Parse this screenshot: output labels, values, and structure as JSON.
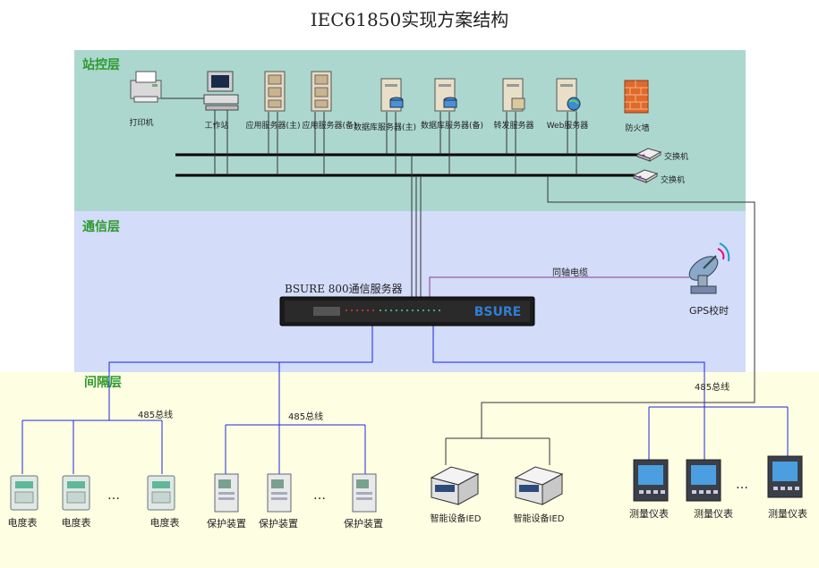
{
  "title": "IEC61850实现方案结构",
  "layers": {
    "station": "站控层",
    "comm": "通信层",
    "bay": "间隔层"
  },
  "station_devices": {
    "printer": "打印机",
    "workstation": "工作站",
    "app_server_main": "应用服务器(主)",
    "app_server_backup": "应用服务器(备)",
    "db_server_main": "数据库服务器(主)",
    "db_server_backup": "数据库服务器(备)",
    "forward_server": "转发服务器",
    "web_server": "Web服务器",
    "firewall": "防火墙"
  },
  "switches": [
    "交换机",
    "交换机"
  ],
  "comm_server": {
    "label": "BSURE 800通信服务器",
    "brand": "BSURE"
  },
  "coax_label": "同轴电缆",
  "gps_label": "GPS校时",
  "bus_labels": {
    "meters": "485总线",
    "protection": "485总线",
    "instruments": "485总线"
  },
  "meters": [
    "电度表",
    "电度表",
    "电度表"
  ],
  "protection": [
    "保护装置",
    "保护装置",
    "保护装置"
  ],
  "ied": [
    "智能设备IED",
    "智能设备IED"
  ],
  "instruments": [
    "测量仪表",
    "测量仪表",
    "测量仪表"
  ],
  "ellipsis": "…",
  "colors": {
    "station_bg": "#acd7cf",
    "comm_bg": "#d3dcf9",
    "bay_bg": "#fefee3",
    "layer_text": "#2e9a2e",
    "bus_blue": "#1d28d8",
    "coax": "#8a3a8a"
  }
}
